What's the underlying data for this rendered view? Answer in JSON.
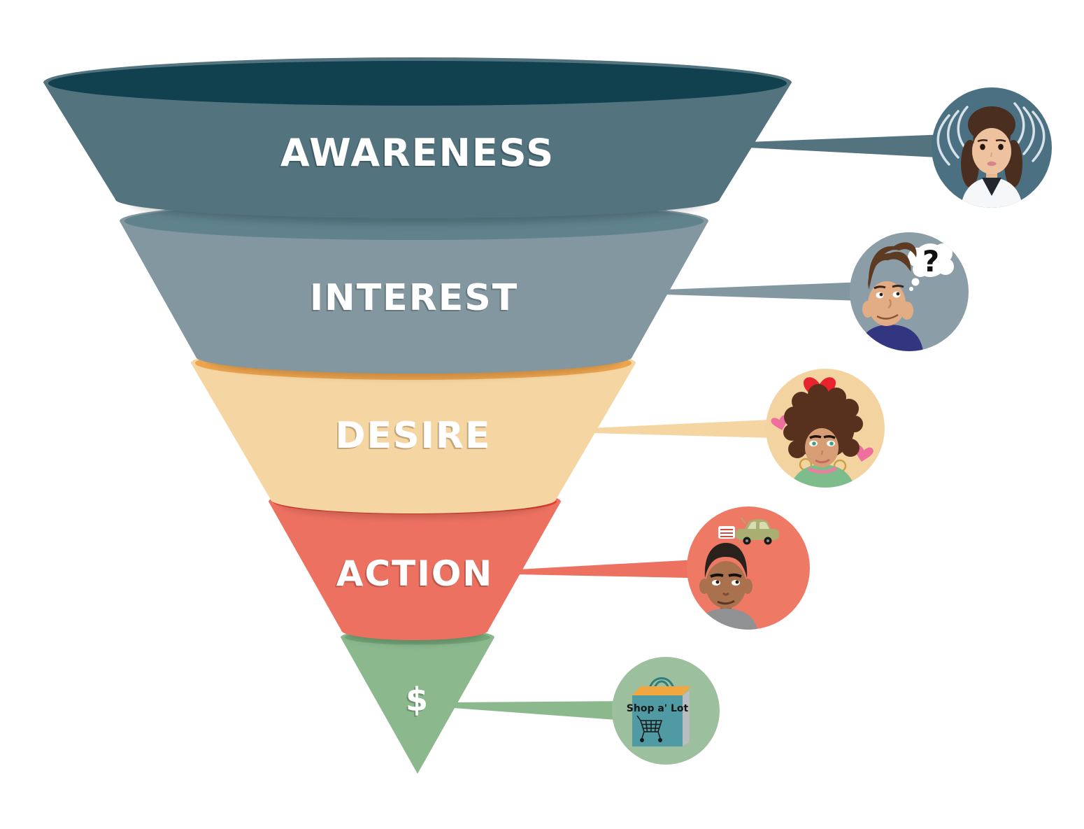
{
  "figure": {
    "type": "marketing-funnel-infographic",
    "background_color": "#FFFFFF",
    "label_text_color": "#FFFFFF"
  },
  "stages": [
    {
      "id": "awareness",
      "label": "AWARENESS",
      "body_color": "#53747F",
      "lip_color": "#11404F",
      "circle_color": "#4B7082",
      "icon": "woman-hearing-sound-waves-icon"
    },
    {
      "id": "interest",
      "label": "INTEREST",
      "body_color": "#82979F",
      "lip_color": "#5F828D",
      "circle_color": "#8B9EA7",
      "icon": "man-question-thought-icon",
      "thought_text": "?"
    },
    {
      "id": "desire",
      "label": "DESIRE",
      "body_color": "#F5D5A1",
      "lip_color": "#EDA44E",
      "circle_color": "#F3D4A0",
      "icon": "woman-with-hearts-icon"
    },
    {
      "id": "action",
      "label": "ACTION",
      "body_color": "#EC7161",
      "lip_color": "#E23E2C",
      "circle_color": "#EE7A66",
      "icon": "man-with-money-and-car-icon"
    },
    {
      "id": "purchase",
      "label": "$",
      "body_color": "#8CB88E",
      "lip_color": "#74A779",
      "circle_color": "#9CBF9D",
      "icon": "shopping-bag-icon",
      "bag_text": "Shop a' Lot"
    }
  ]
}
